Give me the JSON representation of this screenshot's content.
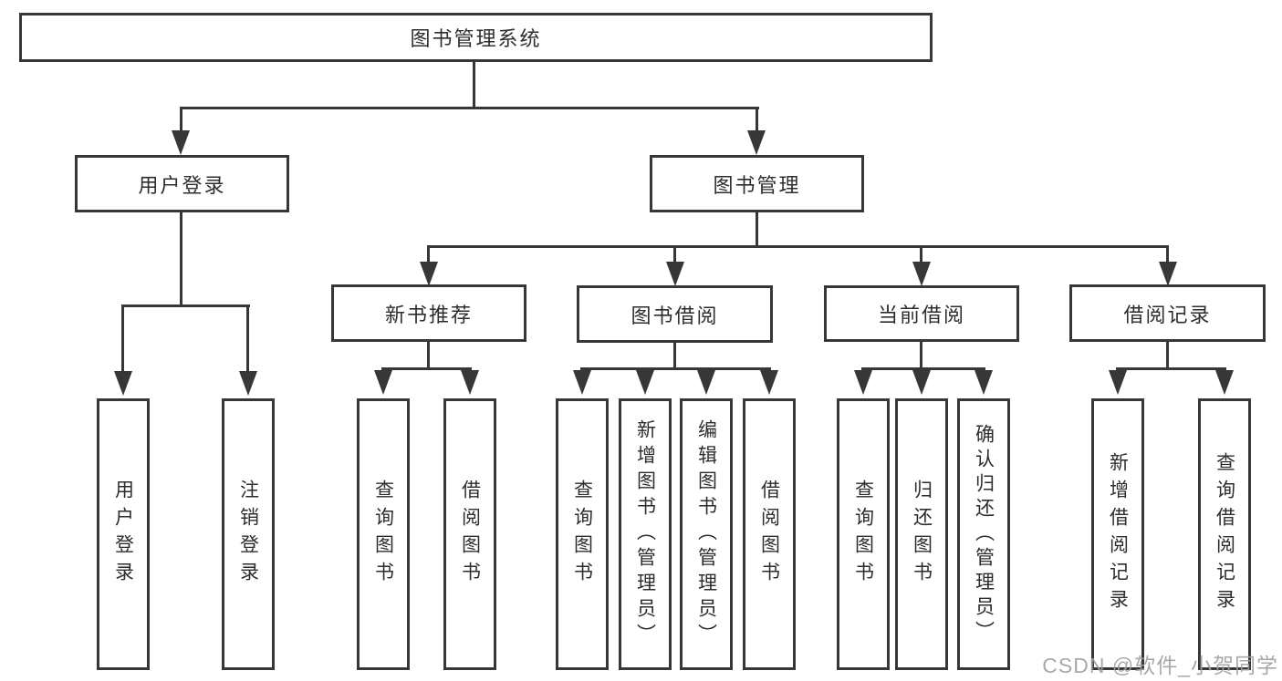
{
  "diagram": {
    "nodes": {
      "root": "图书管理系统",
      "user_login": "用户登录",
      "book_mgmt": "图书管理",
      "new_book_rec": "新书推荐",
      "book_borrow": "图书借阅",
      "current_borrow": "当前借阅",
      "borrow_record": "借阅记录",
      "leaf_user_login": "用户登录",
      "leaf_logout": "注销登录",
      "leaf_rec_query": "查询图书",
      "leaf_rec_borrow": "借阅图书",
      "leaf_bb_query": "查询图书",
      "leaf_bb_add": "新增图书（管理员）",
      "leaf_bb_edit": "编辑图书（管理员）",
      "leaf_bb_borrow": "借阅图书",
      "leaf_cb_query": "查询图书",
      "leaf_cb_return": "归还图书",
      "leaf_cb_confirm": "确认归还（管理员）",
      "leaf_br_add": "新增借阅记录",
      "leaf_br_query": "查询借阅记录"
    }
  },
  "watermark": "CSDN @软件_小贺同学",
  "colors": {
    "line": "#373737",
    "text": "#2d2d2d",
    "background": "#ffffff",
    "watermark": "#a0a0a0"
  }
}
